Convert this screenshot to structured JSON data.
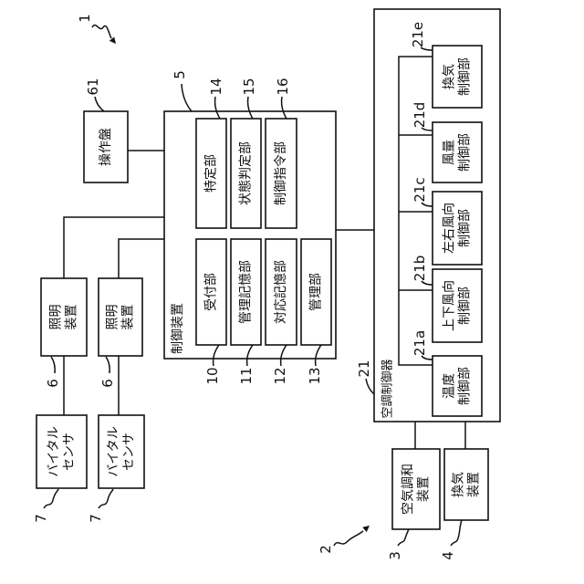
{
  "diagram_refs": {
    "overall": "1",
    "equipment_group": "2"
  },
  "operation_panel": {
    "ref": "61",
    "label": "操作盤"
  },
  "control_device": {
    "ref": "5",
    "label": "制御装置",
    "units": [
      {
        "ref": "14",
        "label": "特定部"
      },
      {
        "ref": "15",
        "label": "状態判定部"
      },
      {
        "ref": "16",
        "label": "制御指令部"
      },
      {
        "ref": "10",
        "label": "受付部"
      },
      {
        "ref": "11",
        "label": "管理記憶部"
      },
      {
        "ref": "12",
        "label": "対応記憶部"
      },
      {
        "ref": "13",
        "label": "管理部"
      }
    ]
  },
  "lighting_devices": [
    {
      "ref": "6",
      "lines": [
        "照明",
        "装置"
      ]
    },
    {
      "ref": "6",
      "lines": [
        "照明",
        "装置"
      ]
    }
  ],
  "vital_sensors": [
    {
      "ref": "7",
      "lines": [
        "バイタル",
        "センサ"
      ]
    },
    {
      "ref": "7",
      "lines": [
        "バイタル",
        "センサ"
      ]
    }
  ],
  "air_conditioning_controller": {
    "ref": "21",
    "label": "空調制御器",
    "units": [
      {
        "ref": "21e",
        "lines": [
          "換気",
          "制御部"
        ]
      },
      {
        "ref": "21d",
        "lines": [
          "風量",
          "制御部"
        ]
      },
      {
        "ref": "21c",
        "lines": [
          "左右風向",
          "制御部"
        ]
      },
      {
        "ref": "21b",
        "lines": [
          "上下風向",
          "制御部"
        ]
      },
      {
        "ref": "21a",
        "lines": [
          "温度",
          "制御部"
        ]
      }
    ]
  },
  "air_conditioner": {
    "ref": "3",
    "lines": [
      "空気調和",
      "装置"
    ]
  },
  "ventilator": {
    "ref": "4",
    "lines": [
      "換気",
      "装置"
    ]
  }
}
